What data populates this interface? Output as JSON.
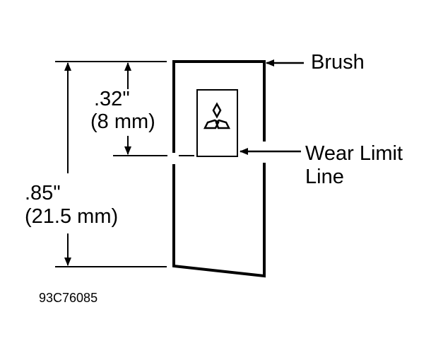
{
  "labels": {
    "brush": "Brush",
    "wear_limit_line1": "Wear Limit",
    "wear_limit_line2": "Line",
    "dim_small_in": ".32\"",
    "dim_small_mm": "(8 mm)",
    "dim_large_in": ".85\"",
    "dim_large_mm": "(21.5 mm)",
    "figure_code": "93C76085"
  },
  "colors": {
    "ink": "#000000",
    "background": "#ffffff"
  },
  "icons": {
    "logo": "three-diamond-logo-icon"
  }
}
